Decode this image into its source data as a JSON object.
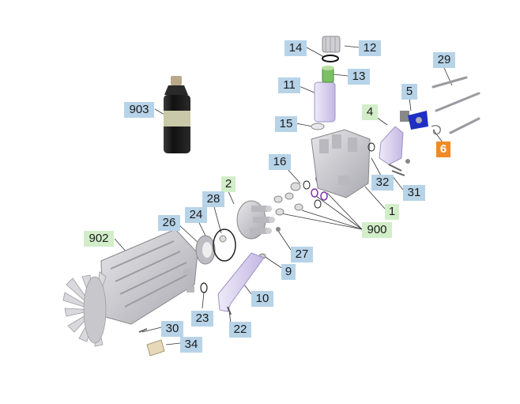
{
  "colors": {
    "callout_blue": "#b7d3e8",
    "callout_green": "#d2eec9",
    "callout_orange": "#f08a24",
    "part_grey": "#c9c9cd",
    "part_lavender": "#d9d0ef",
    "seal_purple": "#7a2fa4",
    "switch_blue": "#1f2fc4",
    "bottle_black": "#1c1c1c"
  },
  "callouts": {
    "c14": "14",
    "c12": "12",
    "c29": "29",
    "c13": "13",
    "c11": "11",
    "c903": "903",
    "c5": "5",
    "c4": "4",
    "c15": "15",
    "c6": "6",
    "c16": "16",
    "c32": "32",
    "c31": "31",
    "c2": "2",
    "c28": "28",
    "c1": "1",
    "c24": "24",
    "c26": "26",
    "c900": "900",
    "c902": "902",
    "c27": "27",
    "c9": "9",
    "c10": "10",
    "c23": "23",
    "c22": "22",
    "c30": "30",
    "c34": "34"
  }
}
